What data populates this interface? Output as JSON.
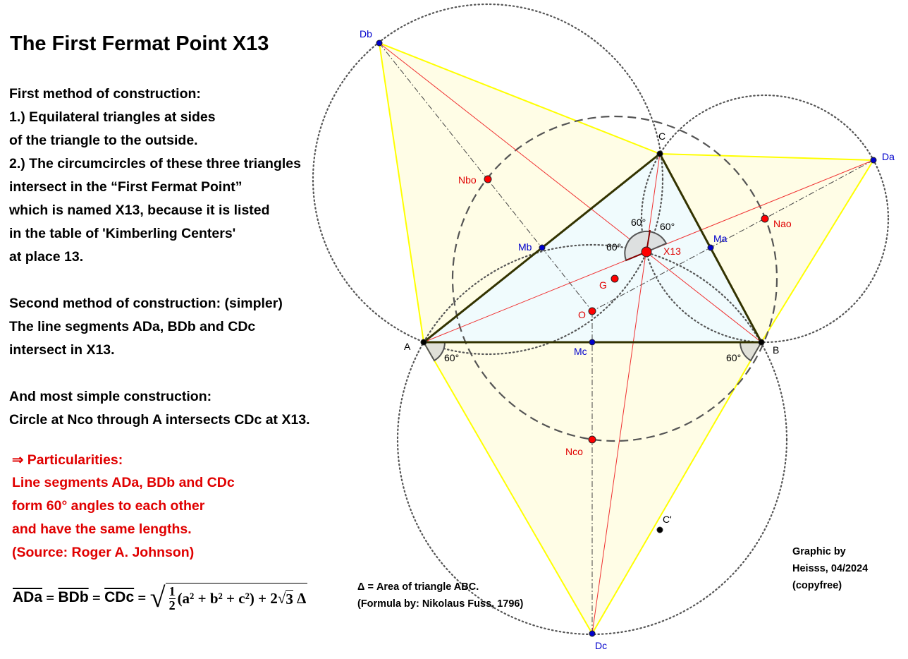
{
  "title": "The First Fermat Point X13",
  "text_lines": [
    "First method of construction:",
    "1.) Equilateral triangles at sides",
    "of the triangle to the outside.",
    "2.) The circumcircles of these three triangles",
    "intersect in the “First Fermat Point”",
    "which is named X13, because it is listed",
    "in the table of  'Kimberling Centers'",
    "at place 13.",
    "",
    "Second method of construction: (simpler)",
    "The line segments ADa, BDb and CDc",
    "intersect in X13.",
    "",
    "And most simple construction:",
    "Circle at Nco through A intersects CDc at X13."
  ],
  "particularities": [
    "⇒ Particularities:",
    "Line segments ADa, BDb and CDc",
    "form 60° angles to each other",
    "and have the same lengths.",
    "(Source: Roger A. Johnson)"
  ],
  "formula": {
    "s1": "ADa",
    "s2": "BDb",
    "s3": "CDc",
    "eq": "=",
    "num": "1",
    "den": "2",
    "inner": "(a² + b² + c²) + 2",
    "root3": "3",
    "delta": "Δ"
  },
  "formula_note": [
    "Δ = Area of triangle ABC.",
    "(Formula by: Nikolaus Fuss, 1796)"
  ],
  "credit": [
    "Graphic by",
    "Heisss, 04/2024",
    "(copyfree)"
  ],
  "points": {
    "A": "A",
    "B": "B",
    "C": "C",
    "Da": "Da",
    "Db": "Db",
    "Dc": "Dc",
    "X13": "X13",
    "Ma": "Ma",
    "Mb": "Mb",
    "Mc": "Mc",
    "O": "O",
    "G": "G",
    "Nao": "Nao",
    "Nbo": "Nbo",
    "Nco": "Nco",
    "Cp": "C'"
  },
  "angle_label": "60°",
  "colors": {
    "triangle_fill": "#f0fbfd",
    "triangle_edge": "#333300",
    "equilateral_fill": "#fffde6",
    "equilateral_edge": "#ffff00",
    "red_point": "#ff0000",
    "blue_point": "#0000cc",
    "text_red": "#e00000"
  }
}
